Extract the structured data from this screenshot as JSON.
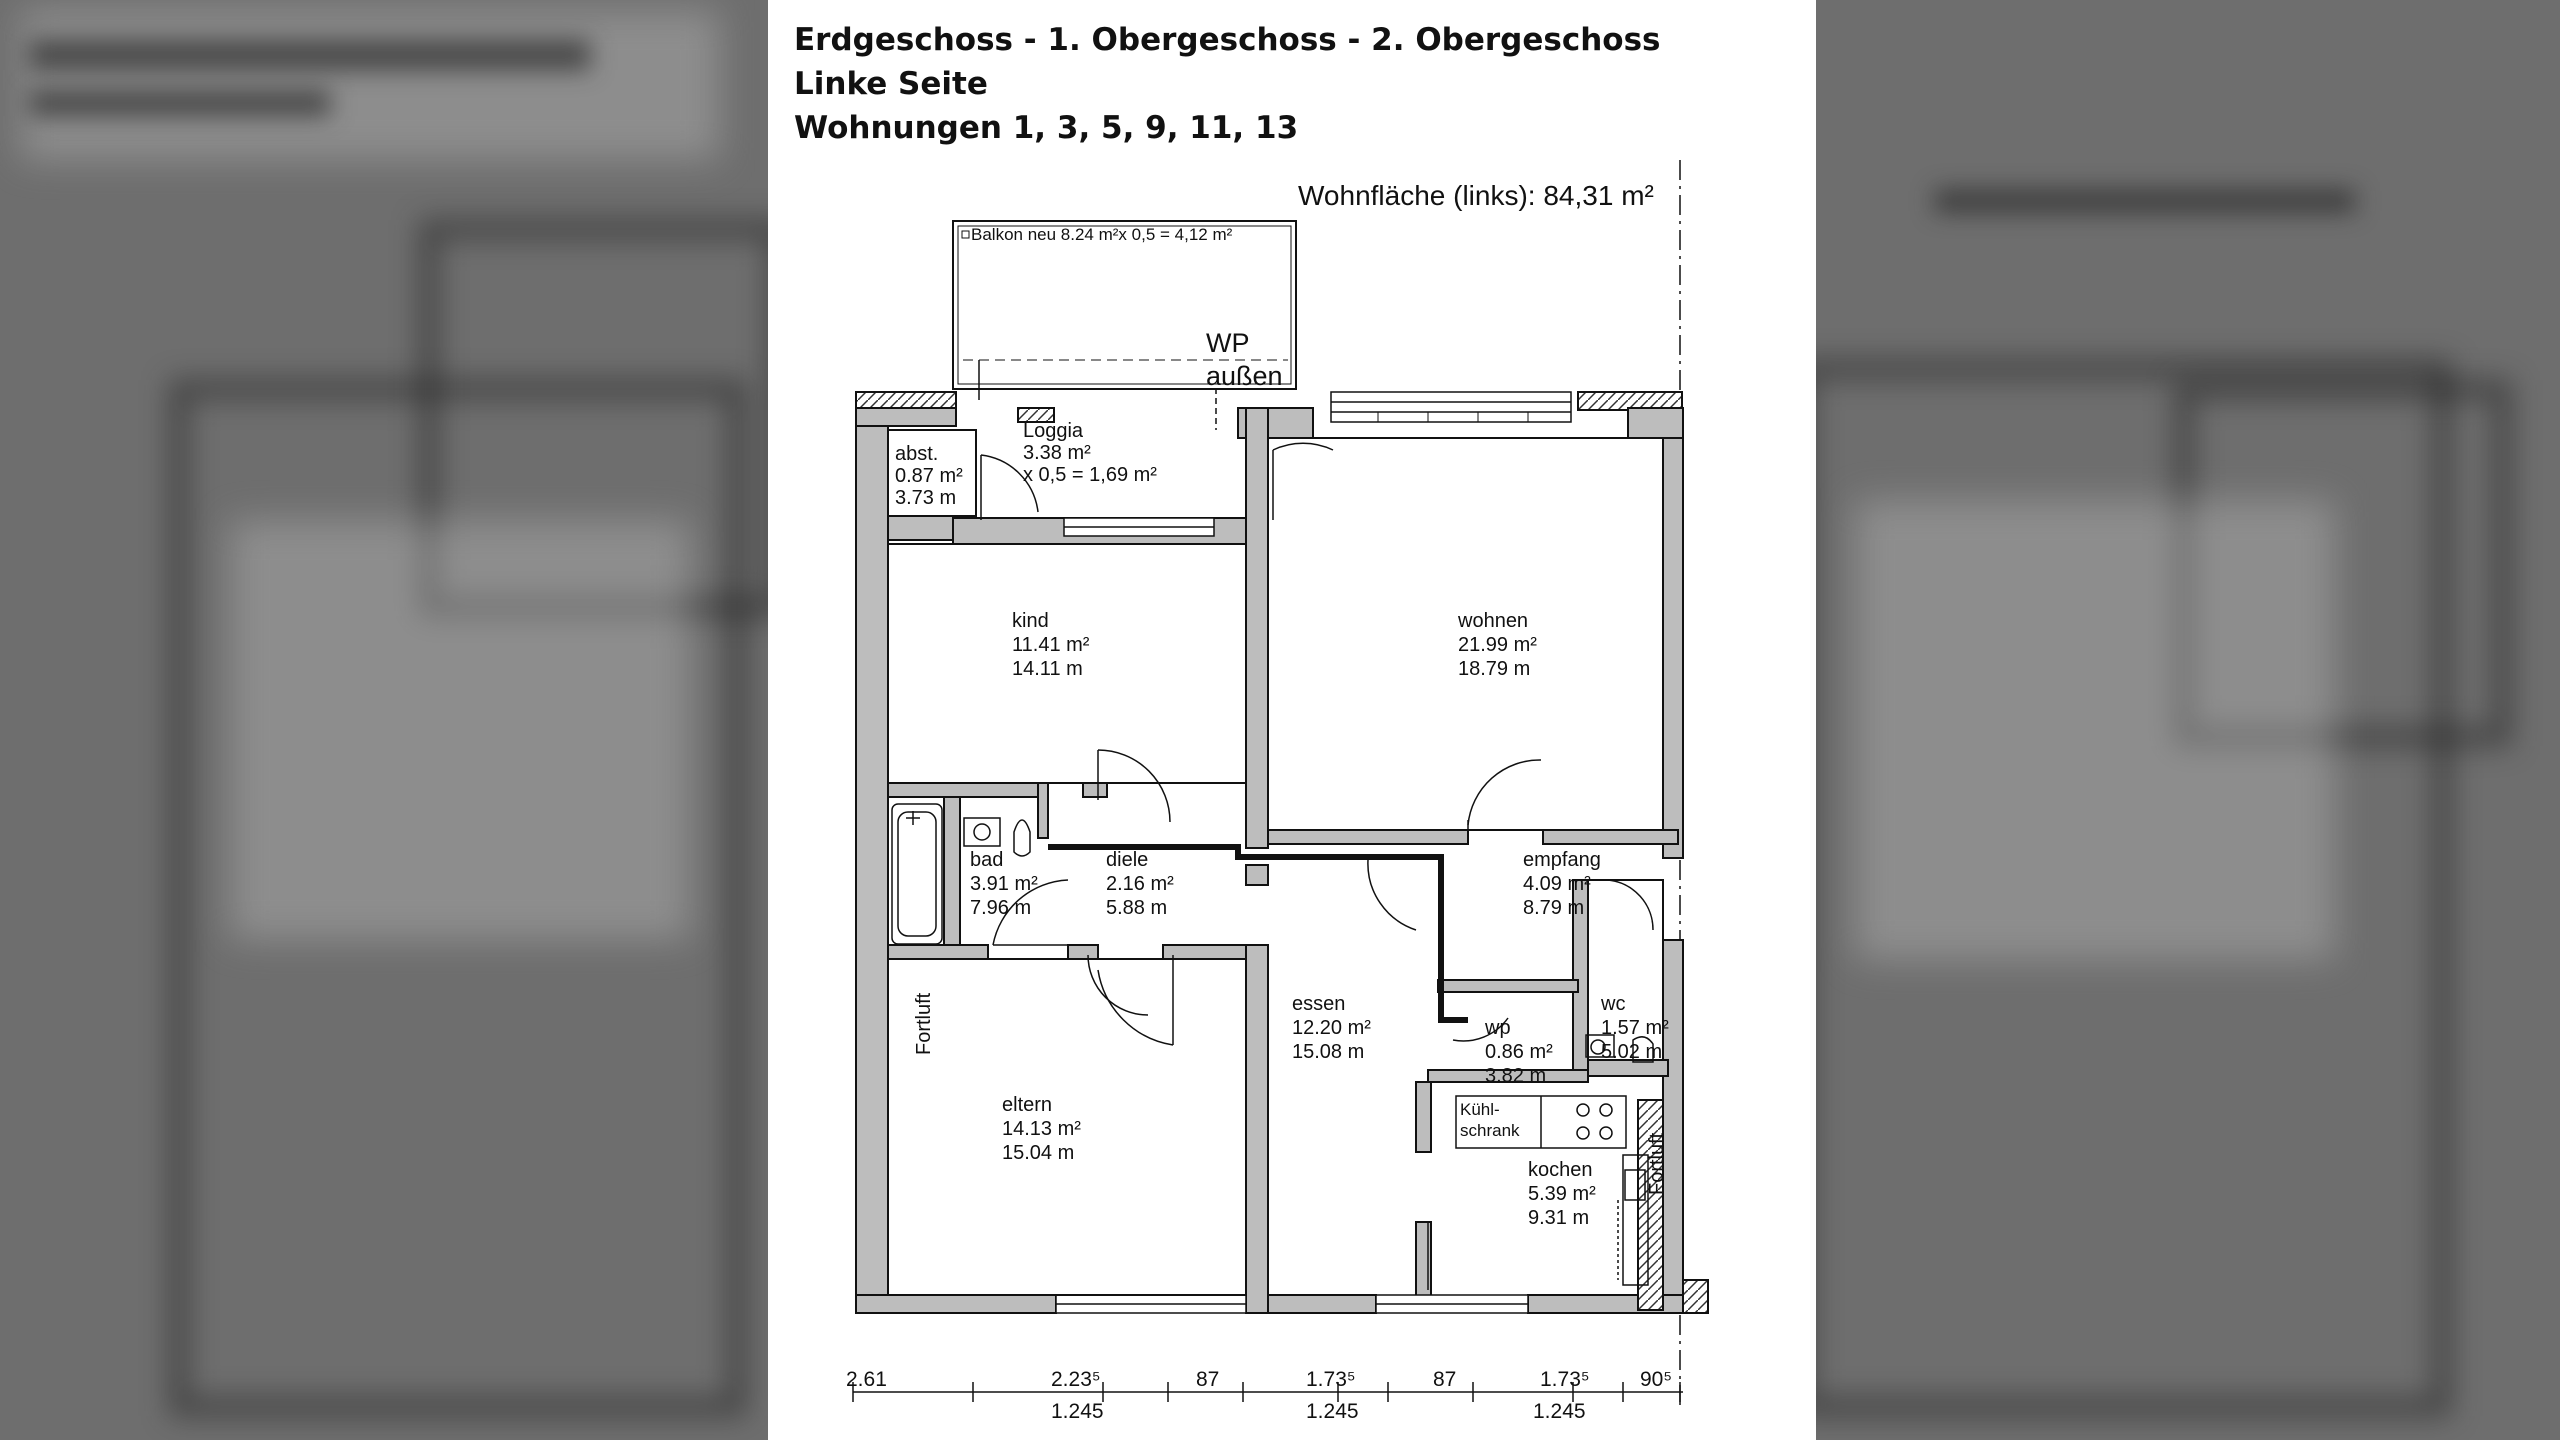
{
  "header": {
    "line1": "Erdgeschoss - 1. Obergeschoss - 2. Obergeschoss",
    "line2": "Linke Seite",
    "line3": "Wohnungen 1, 3, 5, 9, 11, 13"
  },
  "plan": {
    "living_area": "Wohnfläche (links): 84,31 m²",
    "balcony": "Balkon neu 8.24 m²x 0,5 = 4,12 m²",
    "wp_outside": {
      "line1": "WP",
      "line2": "außen"
    },
    "vent_left": "Fortluft",
    "vent_right": "Fortluft",
    "fridge": {
      "line1": "Kühl-",
      "line2": "schrank"
    },
    "rooms": {
      "loggia": {
        "name": "Loggia",
        "area": "3.38 m²",
        "extra": "x 0,5 = 1,69 m²"
      },
      "abst": {
        "name": "abst.",
        "area": "0.87 m²",
        "perimeter": "3.73 m"
      },
      "kind": {
        "name": "kind",
        "area": "11.41 m²",
        "perimeter": "14.11 m"
      },
      "wohnen": {
        "name": "wohnen",
        "area": "21.99 m²",
        "perimeter": "18.79 m"
      },
      "bad": {
        "name": "bad",
        "area": "3.91 m²",
        "perimeter": "7.96 m"
      },
      "diele": {
        "name": "diele",
        "area": "2.16 m²",
        "perimeter": "5.88 m"
      },
      "empfang": {
        "name": "empfang",
        "area": "4.09 m²",
        "perimeter": "8.79 m"
      },
      "essen": {
        "name": "essen",
        "area": "12.20 m²",
        "perimeter": "15.08 m"
      },
      "wp": {
        "name": "wp",
        "area": "0.86 m²",
        "perimeter": "3.82 m"
      },
      "wc": {
        "name": "wc",
        "area": "1.57 m²",
        "perimeter": "5.02 m"
      },
      "eltern": {
        "name": "eltern",
        "area": "14.13 m²",
        "perimeter": "15.04 m"
      },
      "kochen": {
        "name": "kochen",
        "area": "5.39 m²",
        "perimeter": "9.31 m"
      }
    },
    "dimensions": {
      "top": [
        "2.61",
        "2.23⁵",
        "87",
        "1.73⁵",
        "87",
        "1.73⁵",
        "90⁵"
      ],
      "bottom": [
        "1.245",
        "1.245",
        "1.245"
      ]
    }
  }
}
